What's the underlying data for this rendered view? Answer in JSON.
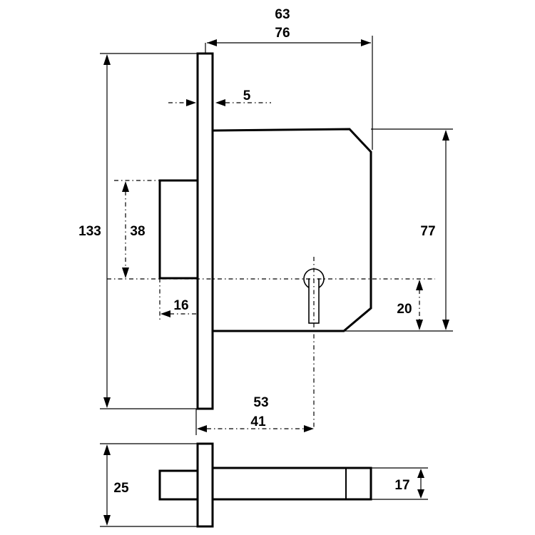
{
  "dimensions": {
    "width_overall": "63",
    "width_body": "76",
    "faceplate_thickness": "5",
    "height_overall": "133",
    "bolt_height": "38",
    "bolt_throw": "16",
    "case_height": "77",
    "keyhole_offset": "20",
    "backset_upper": "53",
    "backset_lower": "41",
    "bottom_height": "25",
    "bottom_depth": "17"
  },
  "colors": {
    "line": "#000000",
    "background": "#ffffff"
  }
}
